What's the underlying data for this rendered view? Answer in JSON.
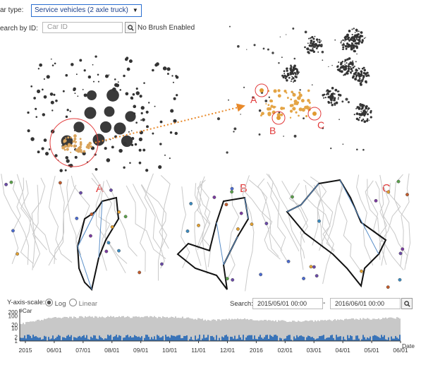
{
  "toolbar": {
    "car_type_label": "ar type:",
    "car_type_value": "Service vehicles (2 axle truck)",
    "search_id_label": "earch by ID:",
    "car_id_placeholder": "Car ID",
    "brush_status": "No Brush Enabled"
  },
  "annotations": {
    "zoom": [
      "A",
      "B",
      "C"
    ],
    "maps": [
      "A",
      "B",
      "C"
    ]
  },
  "timeline": {
    "yscale_label": "Y-axis-scale:",
    "yscale_options": [
      "Log",
      "Linear"
    ],
    "yscale_selected": "Log",
    "search_label": "Search:",
    "date_from": "2015/05/01 00:00",
    "date_sep": "-",
    "date_to": "2016/06/01 00:00"
  },
  "chart_data": {
    "type": "area",
    "ylabel": "#Car",
    "xlabel": "Date",
    "yscale": "log",
    "yticks": [
      "200",
      "100",
      "20",
      "10",
      "2",
      "1"
    ],
    "xticks": [
      "2015",
      "06/01",
      "07/01",
      "08/01",
      "09/01",
      "10/01",
      "11/01",
      "12/01",
      "2016",
      "02/01",
      "03/01",
      "04/01",
      "05/01",
      "06/01"
    ],
    "series": [
      {
        "values_approx": [
          20,
          70,
          85,
          85,
          85,
          80,
          45,
          60,
          40,
          40,
          50,
          60,
          70
        ]
      },
      {
        "values_approx": [
          2,
          2,
          2,
          2,
          2,
          2,
          2,
          2,
          2,
          2,
          2,
          2,
          2
        ]
      }
    ],
    "colors": {
      "total": "#c8c8c8",
      "selected": "#3a74b8"
    }
  }
}
